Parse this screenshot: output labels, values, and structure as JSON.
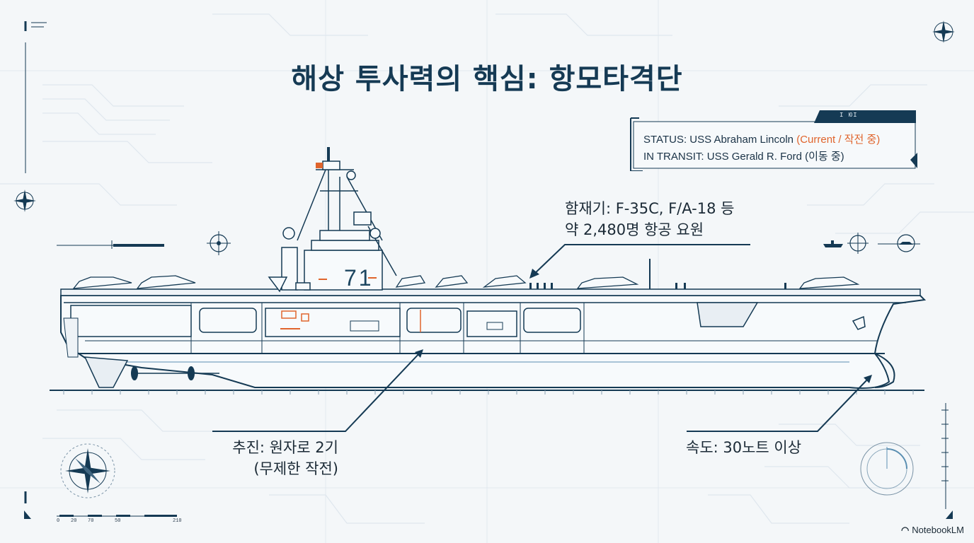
{
  "title": "해상 투사력의 핵심: 항모타격단",
  "status_panel": {
    "line1_prefix": "STATUS: USS Abraham Lincoln ",
    "line1_accent": "(Current / 작전 중)",
    "line2": "IN TRANSIT: USS Gerald R. Ford (이동 중)",
    "code": "I ЮI"
  },
  "ship": {
    "hull_number": "71"
  },
  "callouts": {
    "aircraft": {
      "line1": "함재기: F-35C, F/A-18 등",
      "line2": "약 2,480명 항공 요원"
    },
    "propulsion": {
      "line1": "추진: 원자로 2기",
      "line2": "(무제한 작전)"
    },
    "speed": {
      "line1": "속도: 30노트 이상"
    }
  },
  "scale_bar": {
    "labels": [
      "0",
      "20",
      "70",
      "50",
      "210"
    ]
  },
  "brand": {
    "name": "NotebookLM"
  },
  "colors": {
    "ink": "#153a54",
    "line": "#2a4f68",
    "accent": "#e0642c",
    "grid": "#d3dde5",
    "background": "#f4f7f9"
  },
  "icons": [
    "compass-rose-icon",
    "notebooklm-logo-icon"
  ]
}
